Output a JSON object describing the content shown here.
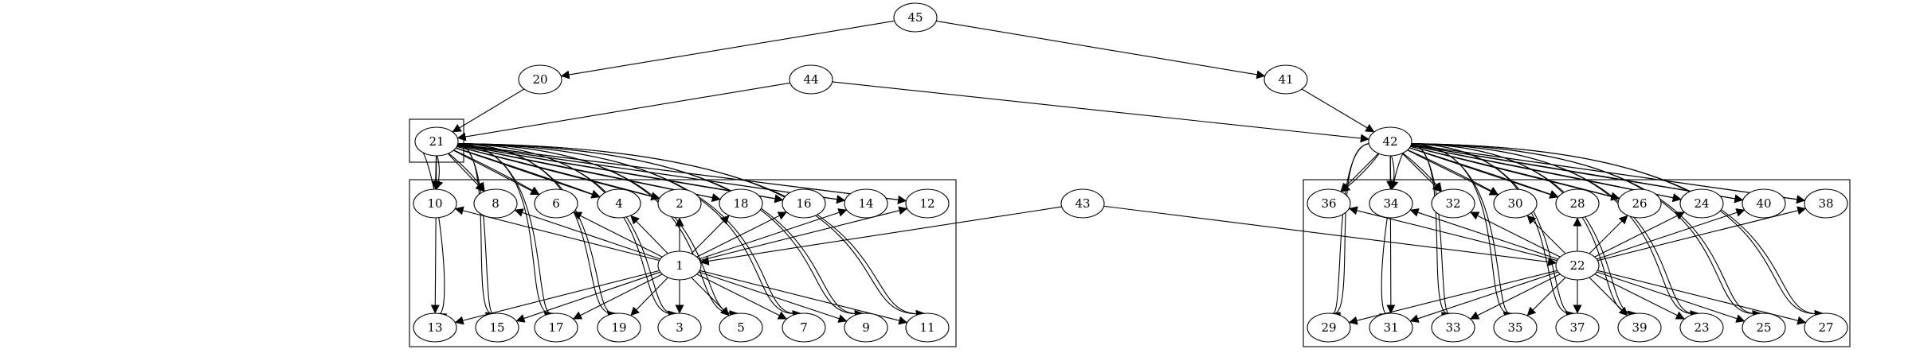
{
  "nodes": [
    {
      "id": "45"
    },
    {
      "id": "20"
    },
    {
      "id": "44"
    },
    {
      "id": "41"
    },
    {
      "id": "21"
    },
    {
      "id": "42"
    },
    {
      "id": "10"
    },
    {
      "id": "8"
    },
    {
      "id": "6"
    },
    {
      "id": "4"
    },
    {
      "id": "2"
    },
    {
      "id": "18"
    },
    {
      "id": "16"
    },
    {
      "id": "14"
    },
    {
      "id": "12"
    },
    {
      "id": "1"
    },
    {
      "id": "43"
    },
    {
      "id": "13"
    },
    {
      "id": "15"
    },
    {
      "id": "17"
    },
    {
      "id": "19"
    },
    {
      "id": "3"
    },
    {
      "id": "5"
    },
    {
      "id": "7"
    },
    {
      "id": "9"
    },
    {
      "id": "11"
    },
    {
      "id": "36"
    },
    {
      "id": "34"
    },
    {
      "id": "32"
    },
    {
      "id": "30"
    },
    {
      "id": "28"
    },
    {
      "id": "26"
    },
    {
      "id": "24"
    },
    {
      "id": "40"
    },
    {
      "id": "38"
    },
    {
      "id": "22"
    },
    {
      "id": "29"
    },
    {
      "id": "31"
    },
    {
      "id": "33"
    },
    {
      "id": "35"
    },
    {
      "id": "37"
    },
    {
      "id": "39"
    },
    {
      "id": "23"
    },
    {
      "id": "25"
    },
    {
      "id": "27"
    }
  ],
  "edges": [
    [
      "45",
      "20"
    ],
    [
      "45",
      "41"
    ],
    [
      "20",
      "21"
    ],
    [
      "44",
      "21"
    ],
    [
      "44",
      "42"
    ],
    [
      "41",
      "42"
    ],
    [
      "43",
      "1"
    ],
    [
      "43",
      "22"
    ],
    [
      "21",
      "10"
    ],
    [
      "21",
      "8"
    ],
    [
      "21",
      "6"
    ],
    [
      "21",
      "4"
    ],
    [
      "21",
      "2"
    ],
    [
      "21",
      "18"
    ],
    [
      "21",
      "16"
    ],
    [
      "21",
      "14"
    ],
    [
      "21",
      "12"
    ],
    [
      "21",
      "10"
    ],
    [
      "21",
      "8"
    ],
    [
      "21",
      "6"
    ],
    [
      "21",
      "4"
    ],
    [
      "21",
      "2"
    ],
    [
      "21",
      "18"
    ],
    [
      "21",
      "16"
    ],
    [
      "21",
      "14"
    ],
    [
      "21",
      "12"
    ],
    [
      "21",
      "13"
    ],
    [
      "21",
      "15"
    ],
    [
      "21",
      "17"
    ],
    [
      "21",
      "19"
    ],
    [
      "21",
      "3"
    ],
    [
      "21",
      "5"
    ],
    [
      "21",
      "7"
    ],
    [
      "21",
      "9"
    ],
    [
      "21",
      "11"
    ],
    [
      "21",
      "13"
    ],
    [
      "21",
      "15"
    ],
    [
      "21",
      "17"
    ],
    [
      "21",
      "19"
    ],
    [
      "21",
      "3"
    ],
    [
      "21",
      "5"
    ],
    [
      "21",
      "7"
    ],
    [
      "21",
      "9"
    ],
    [
      "21",
      "11"
    ],
    [
      "1",
      "10"
    ],
    [
      "1",
      "8"
    ],
    [
      "1",
      "6"
    ],
    [
      "1",
      "4"
    ],
    [
      "1",
      "2"
    ],
    [
      "1",
      "18"
    ],
    [
      "1",
      "16"
    ],
    [
      "1",
      "14"
    ],
    [
      "1",
      "12"
    ],
    [
      "1",
      "13"
    ],
    [
      "1",
      "15"
    ],
    [
      "1",
      "17"
    ],
    [
      "1",
      "19"
    ],
    [
      "1",
      "3"
    ],
    [
      "1",
      "5"
    ],
    [
      "1",
      "7"
    ],
    [
      "1",
      "9"
    ],
    [
      "1",
      "11"
    ],
    [
      "42",
      "36"
    ],
    [
      "42",
      "34"
    ],
    [
      "42",
      "32"
    ],
    [
      "42",
      "30"
    ],
    [
      "42",
      "28"
    ],
    [
      "42",
      "26"
    ],
    [
      "42",
      "24"
    ],
    [
      "42",
      "40"
    ],
    [
      "42",
      "38"
    ],
    [
      "42",
      "36"
    ],
    [
      "42",
      "34"
    ],
    [
      "42",
      "32"
    ],
    [
      "42",
      "30"
    ],
    [
      "42",
      "28"
    ],
    [
      "42",
      "26"
    ],
    [
      "42",
      "24"
    ],
    [
      "42",
      "40"
    ],
    [
      "42",
      "38"
    ],
    [
      "42",
      "29"
    ],
    [
      "42",
      "31"
    ],
    [
      "42",
      "33"
    ],
    [
      "42",
      "35"
    ],
    [
      "42",
      "37"
    ],
    [
      "42",
      "39"
    ],
    [
      "42",
      "23"
    ],
    [
      "42",
      "25"
    ],
    [
      "42",
      "27"
    ],
    [
      "42",
      "29"
    ],
    [
      "42",
      "31"
    ],
    [
      "42",
      "33"
    ],
    [
      "42",
      "35"
    ],
    [
      "42",
      "37"
    ],
    [
      "42",
      "39"
    ],
    [
      "42",
      "23"
    ],
    [
      "42",
      "25"
    ],
    [
      "42",
      "27"
    ],
    [
      "22",
      "36"
    ],
    [
      "22",
      "34"
    ],
    [
      "22",
      "32"
    ],
    [
      "22",
      "30"
    ],
    [
      "22",
      "28"
    ],
    [
      "22",
      "26"
    ],
    [
      "22",
      "24"
    ],
    [
      "22",
      "40"
    ],
    [
      "22",
      "38"
    ],
    [
      "22",
      "29"
    ],
    [
      "22",
      "31"
    ],
    [
      "22",
      "33"
    ],
    [
      "22",
      "35"
    ],
    [
      "22",
      "37"
    ],
    [
      "22",
      "39"
    ],
    [
      "22",
      "23"
    ],
    [
      "22",
      "25"
    ],
    [
      "22",
      "27"
    ]
  ]
}
